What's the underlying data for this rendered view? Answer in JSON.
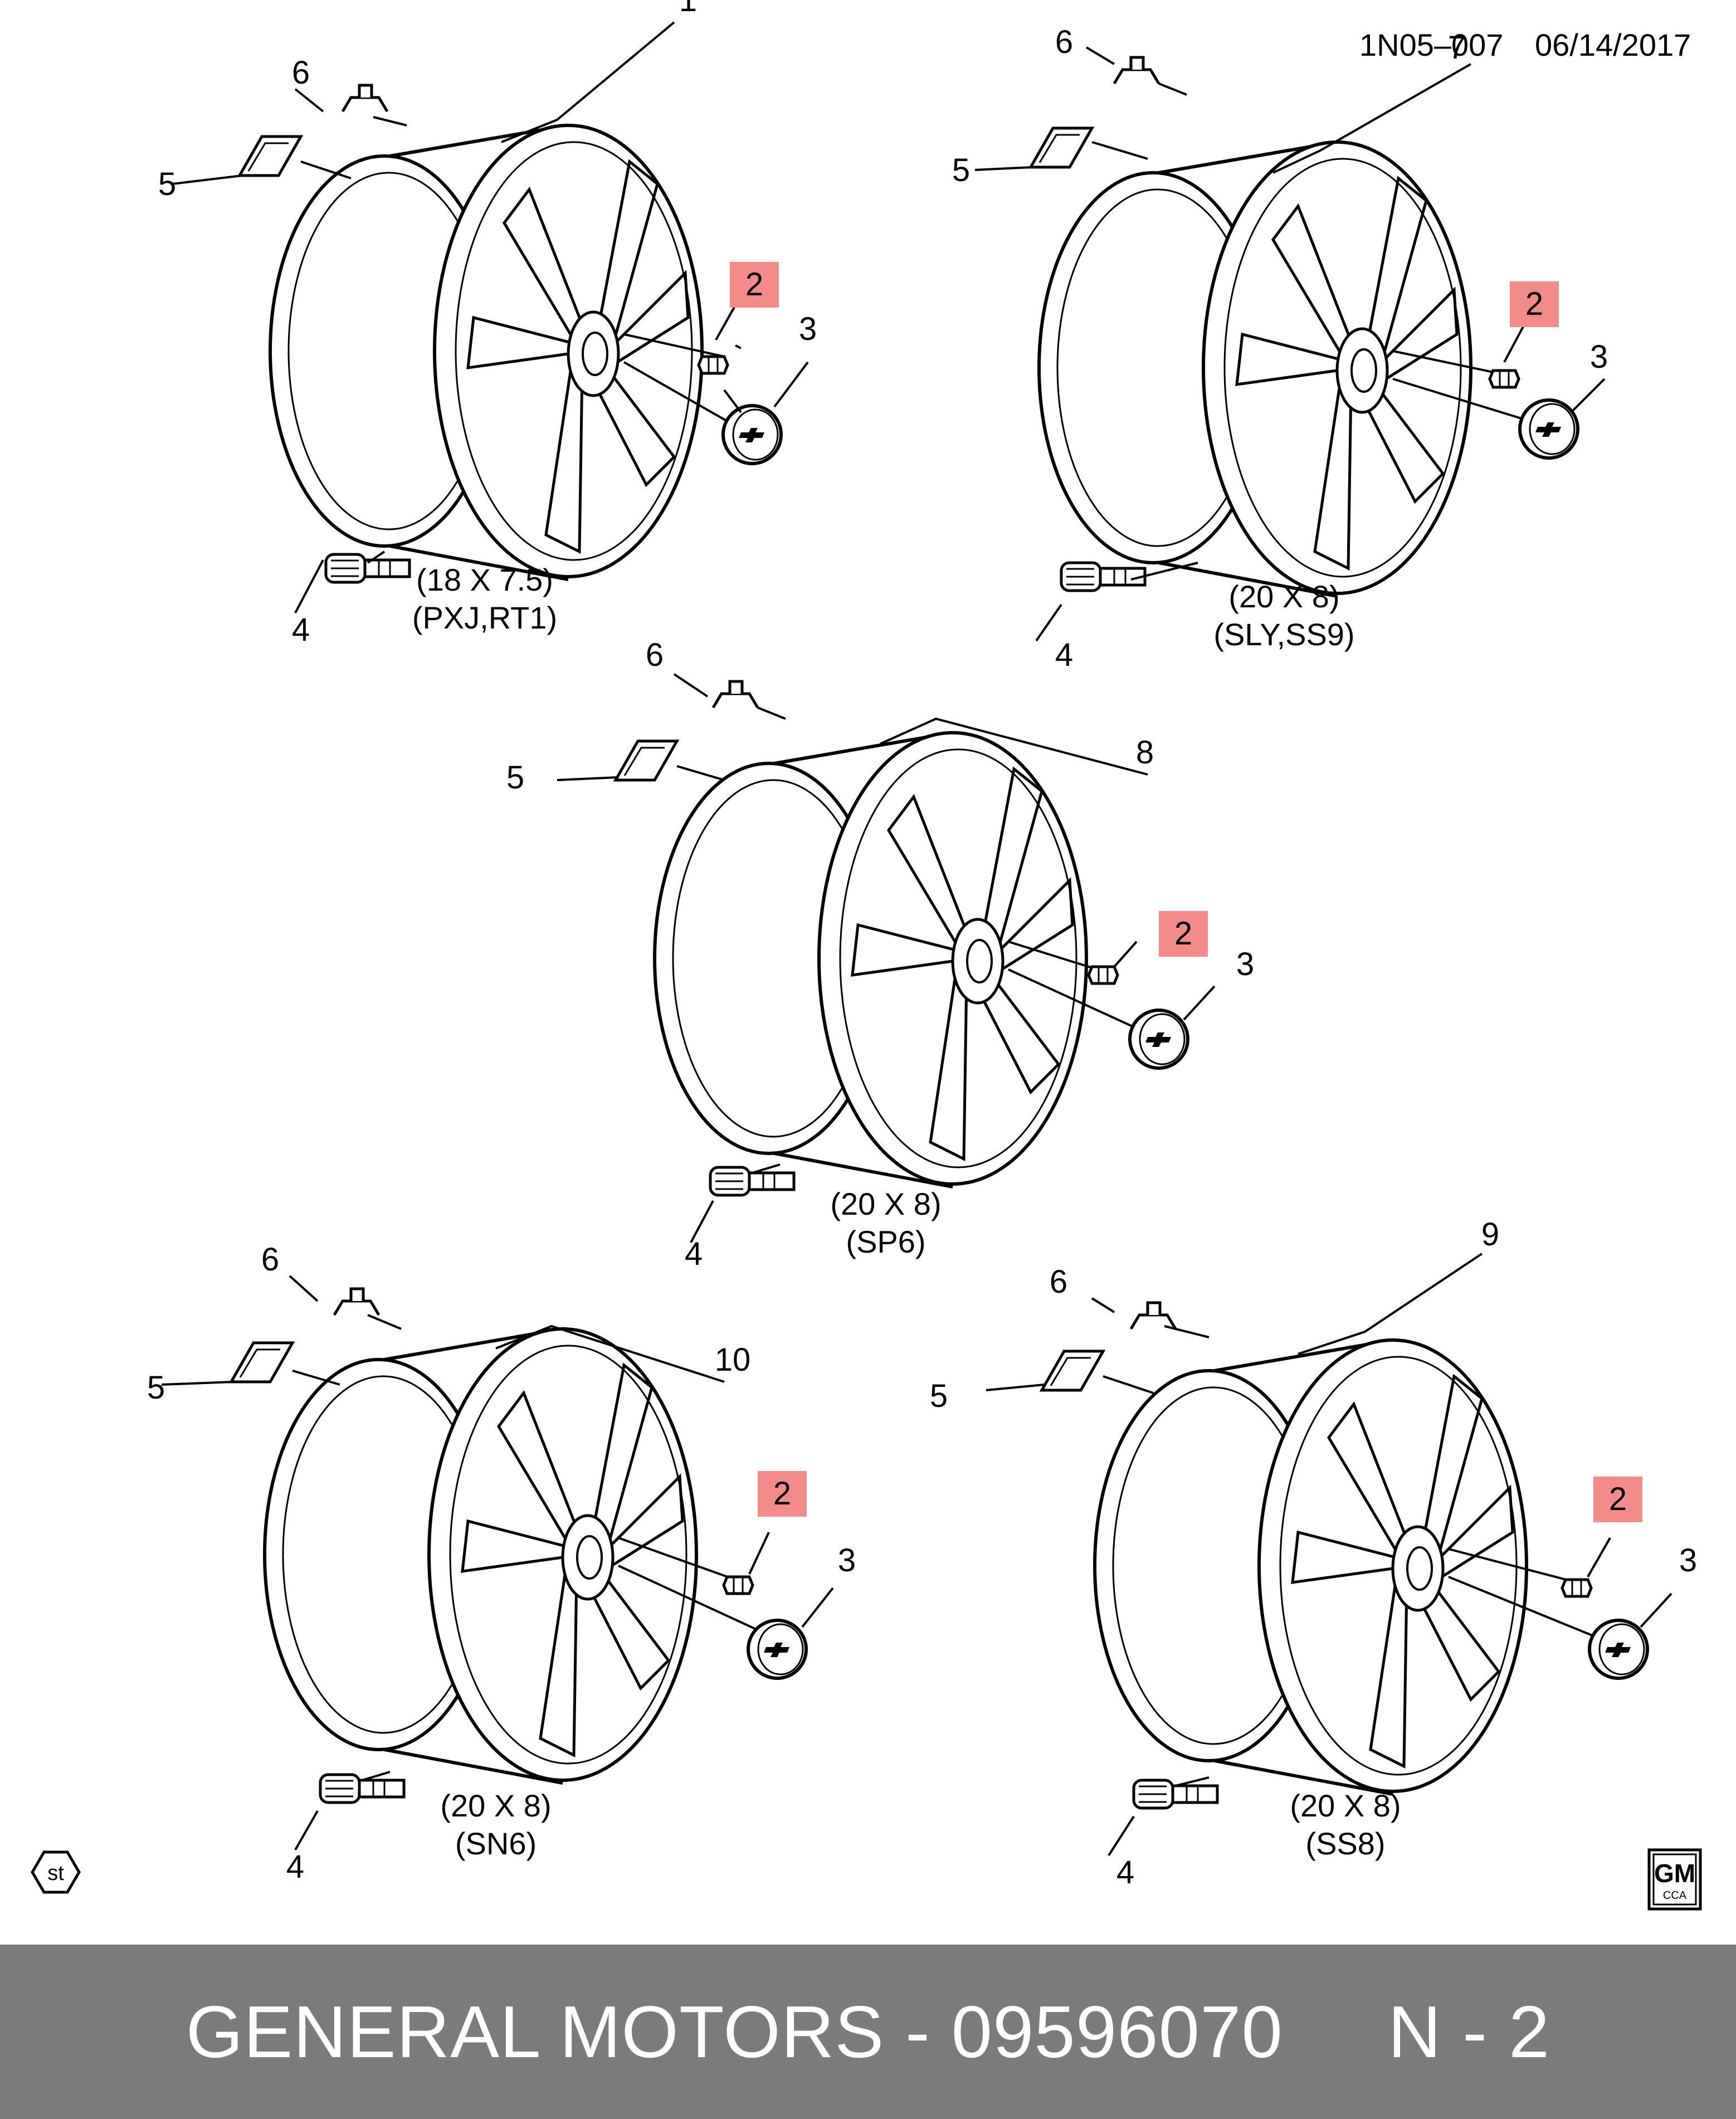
{
  "header": {
    "diagram_id": "1N05–007",
    "date": "06/14/2017"
  },
  "highlight_color": "#f48b8b",
  "footer": {
    "text": "GENERAL MOTORS - 09596070     N - 2",
    "background": "#7b7b7b"
  },
  "icons": {
    "standard_badge": "st",
    "gm_logo": {
      "main": "GM",
      "sub": "CCA"
    }
  },
  "callouts": {
    "nut": "2",
    "cap": "3",
    "valve": "4",
    "weight_adhesive": "5",
    "weight_clip": "6"
  },
  "wheels": [
    {
      "part": "1",
      "size": "(18 X 7.5)",
      "codes": "(PXJ,RT1)"
    },
    {
      "part": "7",
      "size": "(20 X 8)",
      "codes": "(SLY,SS9)"
    },
    {
      "part": "8",
      "size": "(20 X 8)",
      "codes": "(SP6)"
    },
    {
      "part": "10",
      "size": "(20 X 8)",
      "codes": "(SN6)"
    },
    {
      "part": "9",
      "size": "(20 X 8)",
      "codes": "(SS8)"
    }
  ]
}
